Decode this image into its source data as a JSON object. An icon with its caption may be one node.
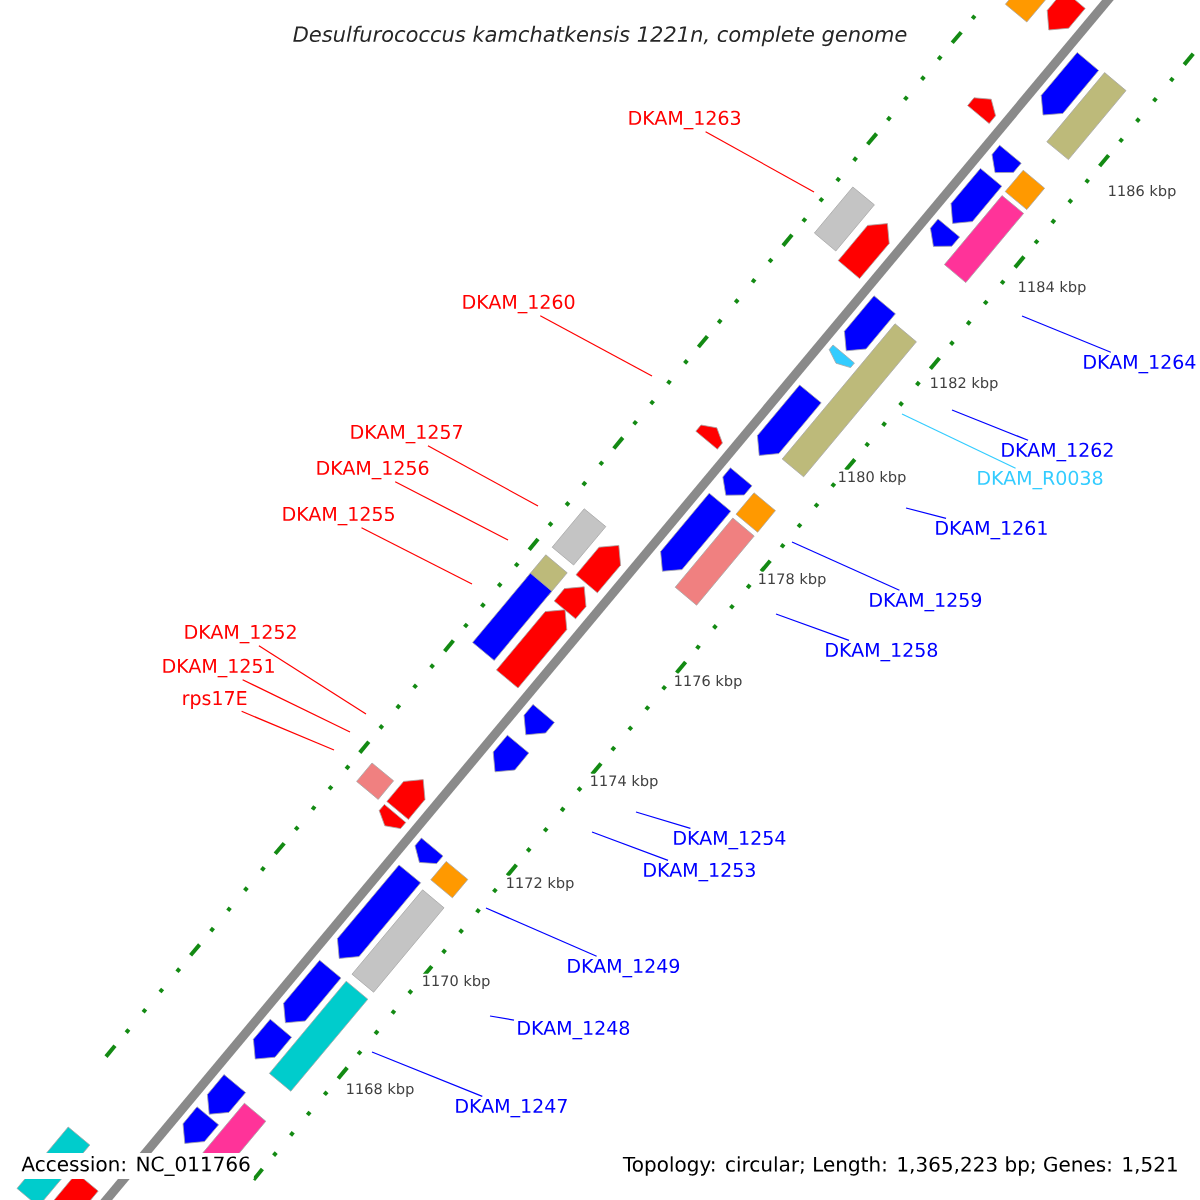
{
  "diagram": {
    "title": "Desulfurococcus kamchatkensis 1221n, complete genome",
    "nodes": [
      {
        "text": [
          "DKAM_1263"
        ]
      },
      {
        "text": [
          "DKAM_1260"
        ]
      },
      {
        "text": [
          "DKAM_1264"
        ]
      },
      {
        "text": [
          "DKAM_1257"
        ]
      },
      {
        "text": [
          "DKAM_1262"
        ]
      },
      {
        "text": [
          "DKAM_1256"
        ]
      },
      {
        "text": [
          "DKAM_R0038"
        ]
      },
      {
        "text": [
          "DKAM_1255"
        ]
      },
      {
        "text": [
          "DKAM_1261"
        ]
      },
      {
        "text": [
          "DKAM_1259"
        ]
      },
      {
        "text": [
          "DKAM_1252"
        ]
      },
      {
        "text": [
          "DKAM_1258"
        ]
      },
      {
        "text": [
          "DKAM_1251"
        ]
      },
      {
        "text": [
          "rps17E"
        ]
      },
      {
        "text": [
          "DKAM_1254"
        ]
      },
      {
        "text": [
          "DKAM_1253"
        ]
      },
      {
        "text": [
          "DKAM_1249"
        ]
      },
      {
        "text": [
          "DKAM_1248"
        ]
      },
      {
        "text": [
          "DKAM_1247"
        ]
      }
    ],
    "edges": [
      {
        "from": 0,
        "to": null,
        "arrow": "none",
        "color": "#ff0000"
      },
      {
        "from": 1,
        "to": null,
        "arrow": "none",
        "color": "#ff0000"
      },
      {
        "from": 2,
        "to": null,
        "arrow": "none"
      },
      {
        "from": 3,
        "to": null,
        "arrow": "none",
        "color": "#ff0000"
      },
      {
        "from": 4,
        "to": null,
        "arrow": "none"
      },
      {
        "from": 5,
        "to": null,
        "arrow": "none",
        "color": "#ff0000"
      },
      {
        "from": 6,
        "to": null,
        "arrow": "none",
        "color": "#33ccff"
      },
      {
        "from": 7,
        "to": null,
        "arrow": "none",
        "color": "#ff0000"
      },
      {
        "from": 8,
        "to": null,
        "arrow": "none"
      },
      {
        "from": 9,
        "to": null,
        "arrow": "none"
      },
      {
        "from": 10,
        "to": null,
        "arrow": "none",
        "color": "#ff0000"
      },
      {
        "from": 11,
        "to": null,
        "arrow": "none"
      },
      {
        "from": 12,
        "to": null,
        "arrow": "none",
        "color": "#ff0000"
      },
      {
        "from": 13,
        "to": null,
        "arrow": "none",
        "color": "#ff0000"
      },
      {
        "from": 14,
        "to": null,
        "arrow": "none"
      },
      {
        "from": 15,
        "to": null,
        "arrow": "none"
      },
      {
        "from": 16,
        "to": null,
        "arrow": "none"
      },
      {
        "from": 17,
        "to": null,
        "arrow": "none"
      },
      {
        "from": 18,
        "to": null,
        "arrow": "none"
      }
    ],
    "labels": [
      "1186 kbp",
      "1184 kbp",
      "1182 kbp",
      "1180 kbp",
      "1178 kbp",
      "1176 kbp",
      "1174 kbp",
      "1172 kbp",
      "1170 kbp",
      "1168 kbp",
      "Accession: NC_011766",
      "Topology: circular; Length: 1,365,223 bp; Genes: 1,521"
    ]
  }
}
